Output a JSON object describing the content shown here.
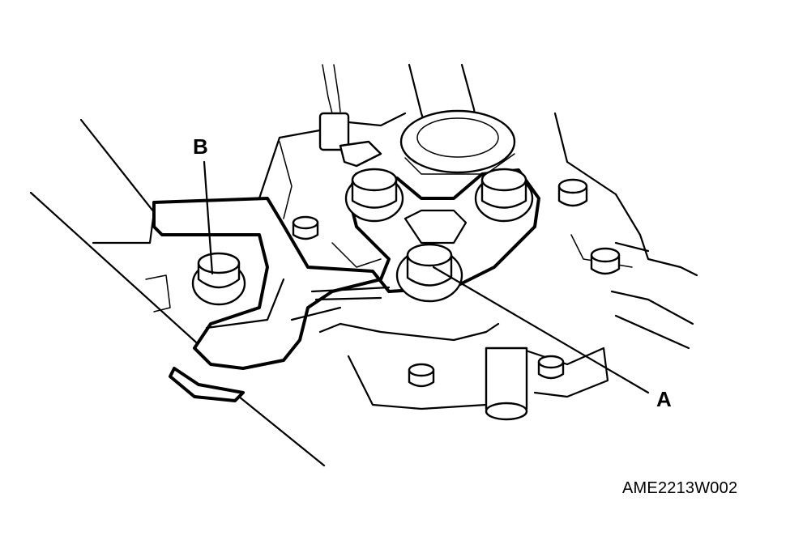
{
  "callouts": {
    "bolt_b": "B",
    "bolt_a": "A"
  },
  "figure_code": "AME2213W002"
}
